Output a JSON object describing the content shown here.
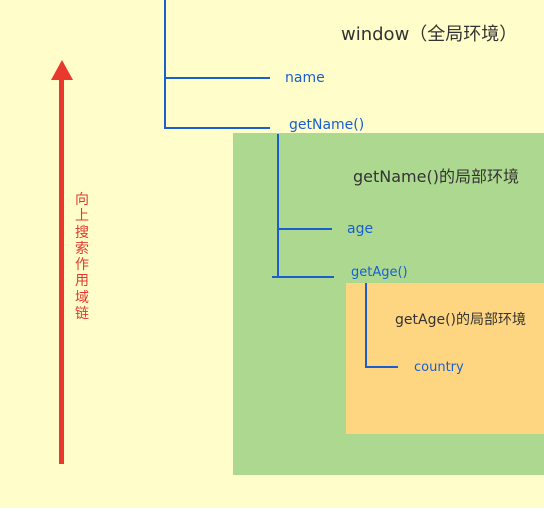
{
  "scopes": {
    "window_title": "window（全局环境）",
    "getname_title": "getName()的局部环境",
    "getage_title": "getAge()的局部环境"
  },
  "variables": {
    "name": "name",
    "getname": "getName()",
    "age": "age",
    "getage": "getAge()",
    "country": "country"
  },
  "arrow_label": "向上搜索作用域链",
  "colors": {
    "window_bg": "#fffdc9",
    "getname_bg": "#acd98f",
    "getage_bg": "#fed681",
    "lines": "#1a5ed0",
    "arrow": "#e8392c",
    "arrow_text": "#e03a2e"
  }
}
